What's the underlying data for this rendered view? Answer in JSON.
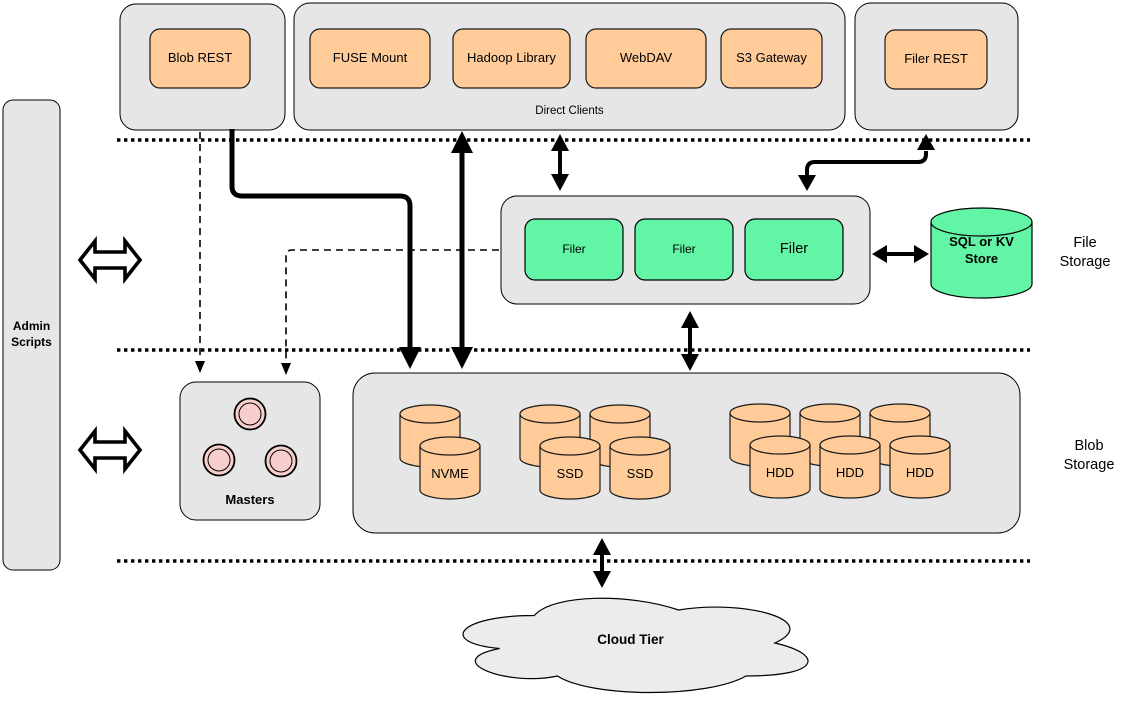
{
  "colors": {
    "container_gray": "#e6e6e6",
    "client_orange": "#ffcc99",
    "filer_green": "#63f5a6",
    "master_pink": "#f8cecc",
    "line_black": "#000000"
  },
  "diagram": {
    "admin": {
      "line1": "Admin",
      "line2": "Scripts"
    },
    "blob_rest": {
      "label": "Blob REST"
    },
    "direct_clients": {
      "caption": "Direct Clients",
      "items": [
        "FUSE Mount",
        "Hadoop Library",
        "WebDAV",
        "S3 Gateway"
      ]
    },
    "filer_rest": {
      "label": "Filer REST"
    },
    "filer_cluster": {
      "filers": [
        "Filer",
        "Filer",
        "Filer"
      ]
    },
    "sql_store": {
      "line1": "SQL or KV",
      "line2": "Store"
    },
    "file_storage_label": {
      "line1": "File",
      "line2": "Storage"
    },
    "masters": {
      "label": "Masters"
    },
    "blob_storage": {
      "disks": [
        "NVME",
        "SSD",
        "SSD",
        "HDD",
        "HDD",
        "HDD"
      ]
    },
    "blob_storage_label": {
      "line1": "Blob",
      "line2": "Storage"
    },
    "cloud": {
      "label": "Cloud Tier"
    }
  }
}
